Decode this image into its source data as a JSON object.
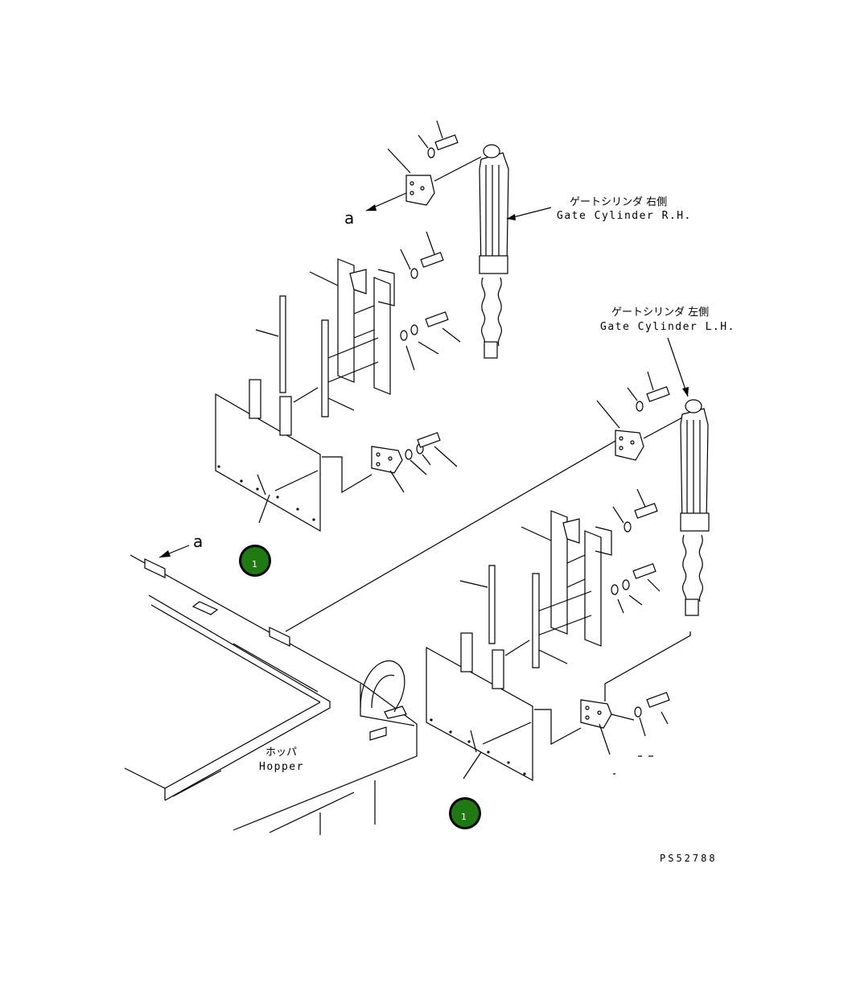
{
  "labels": {
    "gate_cylinder_rh_jp": "ゲートシリンダ 右側",
    "gate_cylinder_rh_en": "Gate Cylinder R.H.",
    "gate_cylinder_lh_jp": "ゲートシリンダ 左側",
    "gate_cylinder_lh_en": "Gate Cylinder L.H.",
    "hopper_jp": "ホッパ",
    "hopper_en": "Hopper",
    "view_marker_top": "a",
    "view_marker_left": "a",
    "drawing_number": "PS52788"
  },
  "callouts": [
    "1",
    "1"
  ],
  "colors": {
    "line": "#000000",
    "callout_fill": "#1f7a12",
    "callout_text": "#ffffff"
  }
}
